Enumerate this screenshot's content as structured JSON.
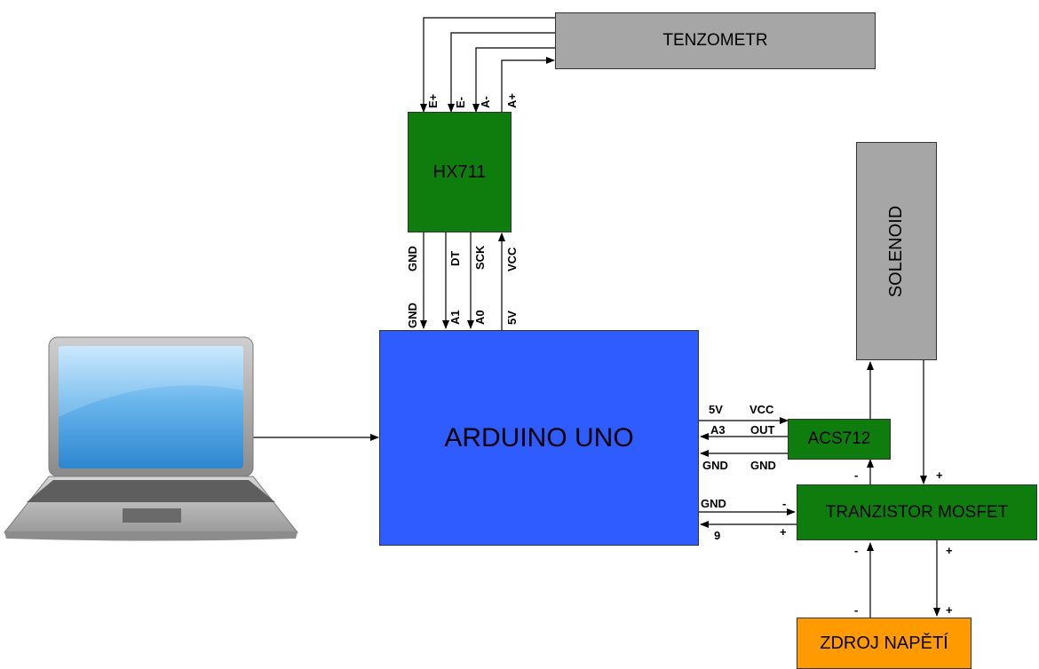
{
  "colors": {
    "gray_block": "#a6a6a6",
    "green_block": "#0e7d0e",
    "arduino_blue": "#2e5cff",
    "source_orange": "#ff9a00",
    "line": "#000000"
  },
  "blocks": {
    "tenzometr": "TENZOMETR",
    "hx711": "HX711",
    "solenoid": "SOLENOID",
    "arduino": "ARDUINO UNO",
    "acs712": "ACS712",
    "mosfet": "TRANZISTOR MOSFET",
    "zdroj": "ZDROJ NAPĚTÍ"
  },
  "hx711_top_pins": {
    "e_plus": "E+",
    "e_minus": "E-",
    "a_minus": "A-",
    "a_plus": "A+"
  },
  "hx711_bottom_pins": {
    "gnd": "GND",
    "dt": "DT",
    "sck": "SCK",
    "vcc": "VCC"
  },
  "arduino_top_pins": {
    "gnd": "GND",
    "a1": "A1",
    "a0": "A0",
    "v5": "5V"
  },
  "arduino_right_pins": {
    "v5": "5V",
    "a3": "A3",
    "gnd_acs": "GND",
    "gnd_mos": "GND",
    "pin9": "9"
  },
  "acs712_pins": {
    "vcc": "VCC",
    "out": "OUT",
    "gnd": "GND"
  },
  "mosfet_pins": {
    "minus_left": "-",
    "plus_left": "+",
    "minus_top": "-",
    "plus_top": "+",
    "minus_bottom": "-",
    "plus_bottom": "+"
  },
  "zdroj_pins": {
    "minus": "-",
    "plus": "+"
  },
  "laptop": {
    "icon": "laptop-icon"
  }
}
